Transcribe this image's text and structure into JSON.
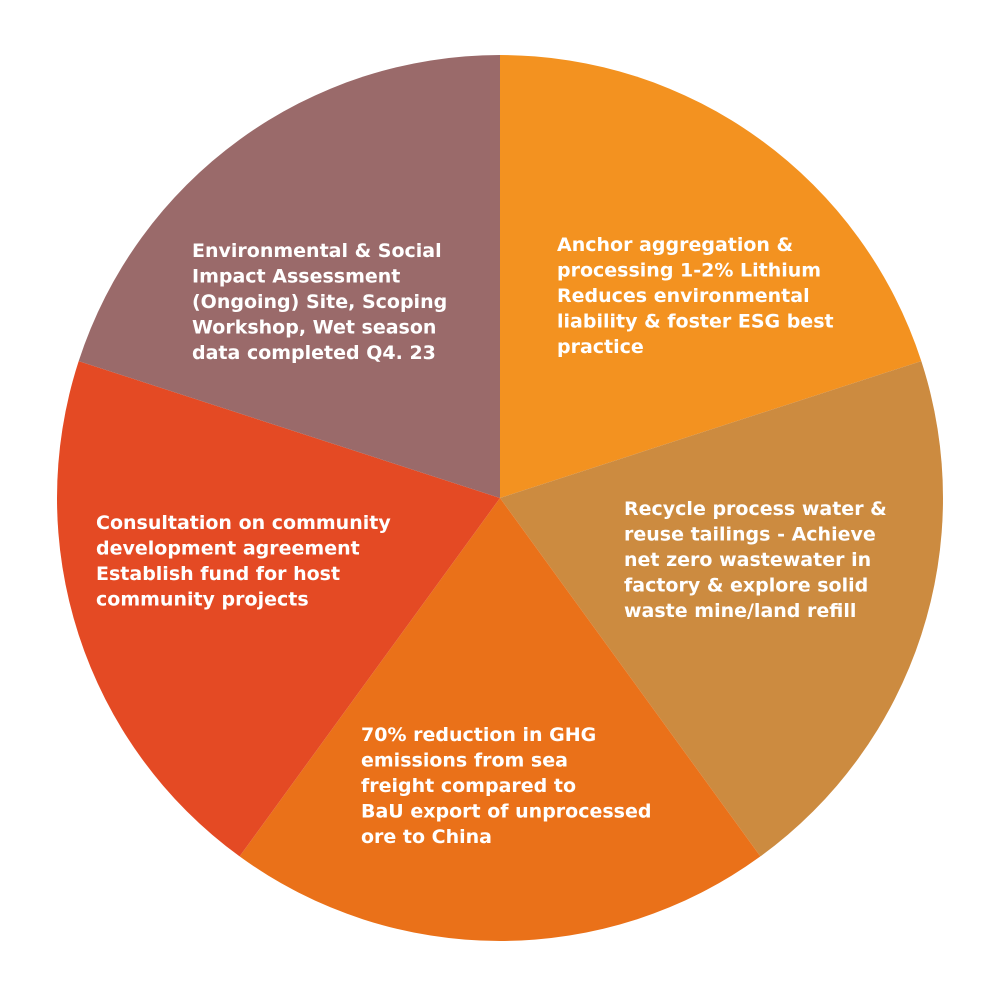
{
  "segments": [
    {
      "color": "#F39220",
      "lines": [
        "Anchor aggregation &",
        "processing 1-2% Lithium",
        "Reduces environmental",
        "liability & foster ESG best",
        "practice"
      ]
    },
    {
      "color": "#CC8B40",
      "lines": [
        "Recycle process water &",
        "reuse tailings - Achieve",
        "net zero wastewater in",
        "factory & explore solid",
        "waste mine/land refill"
      ]
    },
    {
      "color": "#EA7119",
      "lines": [
        "70% reduction in GHG",
        "emissions from sea",
        "freight compared to",
        "BaU export of unprocessed",
        "ore to China"
      ]
    },
    {
      "color": "#E44A24",
      "lines": [
        "Consultation on community",
        "development agreement",
        "Establish fund for host",
        "community projects"
      ]
    },
    {
      "color": "#9A6A6A",
      "lines": [
        "Environmental & Social",
        "Impact Assessment",
        "(Ongoing) Site, Scoping",
        "Workshop, Wet season",
        "data completed Q4. 23"
      ]
    }
  ]
}
